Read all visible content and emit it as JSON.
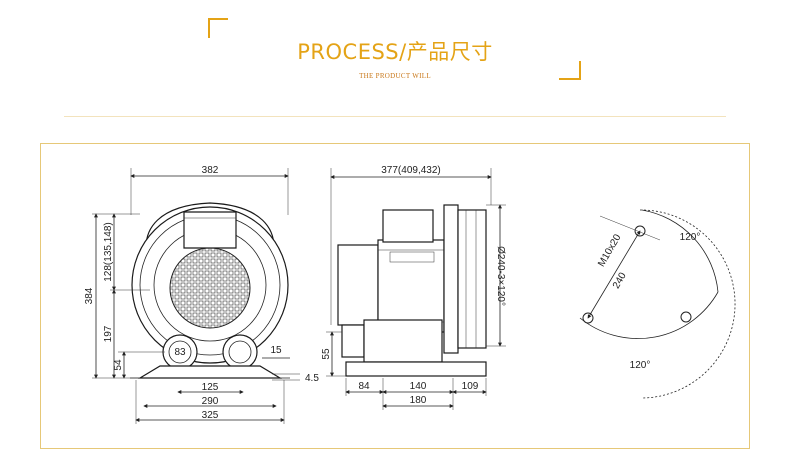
{
  "header": {
    "title": "PROCESS/产品尺寸",
    "subtitle": "THE PRODUCT WILL"
  },
  "colors": {
    "accent": "#e4a316",
    "frame_border": "#e6c878",
    "drawing": "#1a1a1a"
  },
  "front_view": {
    "width_label": "382",
    "height_total": "384",
    "height_upper": "128(135,148)",
    "height_lower": "197",
    "height_base": "54",
    "port_label": "83",
    "port_offset": "15",
    "foot_thickness": "4.5",
    "base_w1": "125",
    "base_w2": "290",
    "base_w3": "325"
  },
  "side_view": {
    "length_label": "377(409,432)",
    "flange_label": "Ø240-3×120°",
    "height_label": "55",
    "base_d1": "84",
    "base_d2": "140",
    "base_d3": "109",
    "base_d4": "180"
  },
  "bolt_pattern": {
    "bolt_label": "M10x20",
    "pcd_label": "240",
    "angle_top": "120°",
    "angle_bottom": "120°"
  }
}
